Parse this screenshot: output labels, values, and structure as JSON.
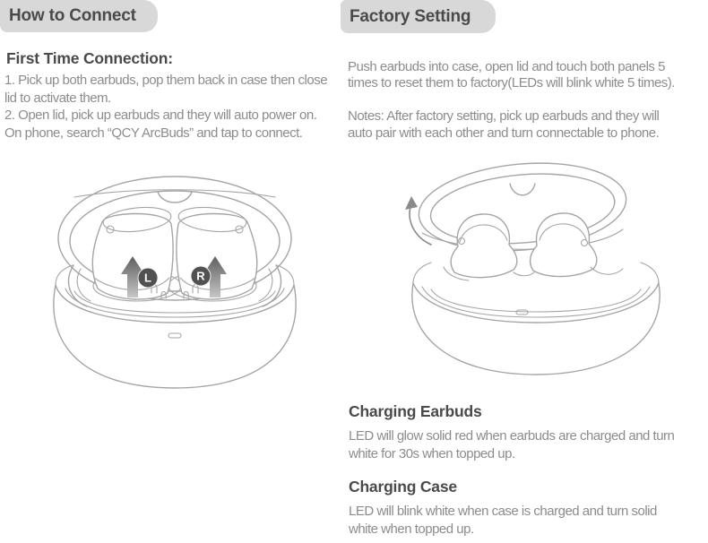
{
  "colors": {
    "badge_bg": "#d8d8d8",
    "heading_text": "#4a4a4a",
    "body_text": "#8c8c8c",
    "line_art": "#a5a5a5",
    "arrow_dark": "#5f5f5f",
    "arrow_light": "#c6c6c6",
    "marker_bg": "#515151",
    "marker_text": "#ffffff"
  },
  "connect": {
    "badge_label": "How to Connect",
    "subheading": "First Time Connection:",
    "instructions": "1. Pick up both earbuds, pop them back in case then close\nlid to activate them.\n2. Open lid, pick up earbuds and they will auto power on.\nOn phone, search “QCY ArcBuds” and tap to connect.",
    "left_mark": "L",
    "right_mark": "R"
  },
  "factory": {
    "badge_label": "Factory Setting",
    "para1": "Push earbuds into case, open lid and touch both panels 5\ntimes to reset them to factory(LEDs will blink white 5 times).",
    "para2": "Notes: After factory setting, pick up earbuds and they will\nauto pair with each other and turn connectable to phone."
  },
  "charging_earbuds": {
    "heading": "Charging Earbuds",
    "body": "LED will glow solid red when earbuds are charged and turn\nwhite for 30s when topped up."
  },
  "charging_case": {
    "heading": "Charging Case",
    "body": "LED will blink white when case is charged and turn solid\nwhite when topped up."
  }
}
